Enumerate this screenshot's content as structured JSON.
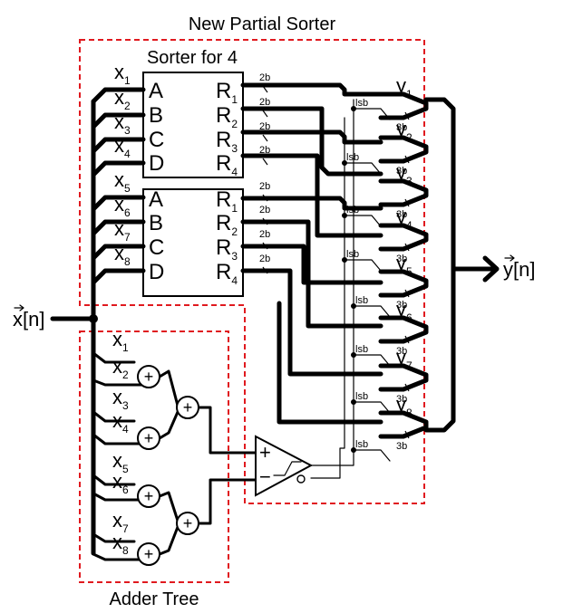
{
  "titles": {
    "new_partial_sorter": "New Partial Sorter",
    "sorter_for_4": "Sorter for 4",
    "adder_tree": "Adder Tree"
  },
  "input": {
    "label": "x⃗[n]",
    "base": "x",
    "tail": "[n]"
  },
  "output": {
    "label": "y⃗[n]",
    "base": "y",
    "tail": "[n]"
  },
  "sorter_inputs": [
    "A",
    "B",
    "C",
    "D"
  ],
  "sorter_outputs": [
    "R",
    "R",
    "R",
    "R"
  ],
  "sorter_output_subs": [
    "1",
    "2",
    "3",
    "4"
  ],
  "sorter1_x": [
    "x",
    "x",
    "x",
    "x"
  ],
  "sorter1_x_subs": [
    "1",
    "2",
    "3",
    "4"
  ],
  "sorter2_x": [
    "x",
    "x",
    "x",
    "x"
  ],
  "sorter2_x_subs": [
    "5",
    "6",
    "7",
    "8"
  ],
  "adder_x": [
    "x",
    "x",
    "x",
    "x",
    "x",
    "x",
    "x",
    "x"
  ],
  "adder_x_subs": [
    "1",
    "2",
    "3",
    "4",
    "5",
    "6",
    "7",
    "8"
  ],
  "bus_width_sorter": "2b",
  "bus_width_out": "3b",
  "lsb": "lsb",
  "outputs": [
    "y",
    "y",
    "y",
    "y",
    "y",
    "y",
    "y",
    "y"
  ],
  "output_subs": [
    "1",
    "2",
    "3",
    "4",
    "5",
    "6",
    "7",
    "8"
  ],
  "comparator": {
    "plus": "+",
    "minus": "−"
  },
  "adder_symbol": "+"
}
